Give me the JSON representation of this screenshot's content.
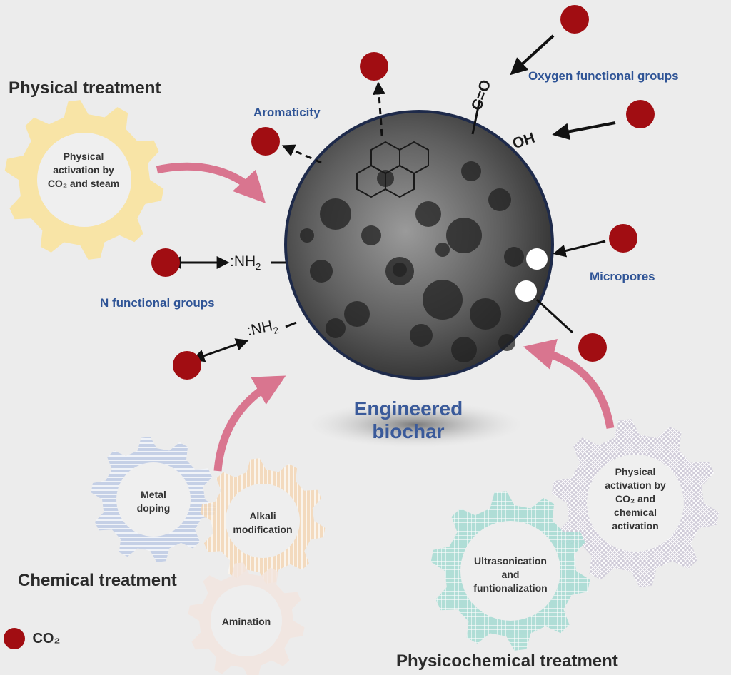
{
  "headings": {
    "physical": "Physical treatment",
    "chemical": "Chemical treatment",
    "physicochemical": "Physicochemical treatment"
  },
  "features": {
    "aromaticity": "Aromaticity",
    "oxygen": "Oxygen functional groups",
    "micropores": "Micropores",
    "nitrogen": "N functional groups"
  },
  "groups": {
    "co": "C=O",
    "oh": "OH",
    "nh2_a": ":NH",
    "nh2_b": ":NH"
  },
  "center": {
    "line1": "Engineered",
    "line2": "biochar"
  },
  "gears": {
    "physical_activation": [
      "Physical",
      "activation by",
      "CO₂ and steam"
    ],
    "metal_doping": [
      "Metal",
      "doping"
    ],
    "alkali": [
      "Alkali",
      "modification"
    ],
    "amination": [
      "Amination"
    ],
    "physical_chemical": [
      "Physical",
      "activation by",
      "CO₂ and",
      "chemical",
      "activation"
    ],
    "ultrasonication": [
      "Ultrasonication",
      "and",
      "funtionalization"
    ]
  },
  "legend": {
    "label": "CO₂"
  },
  "colors": {
    "co2_dot": "#a10d12",
    "arrow_pink": "#d9758f",
    "gear_yellow": "#f8e4a6",
    "gear_blue": "#c5d0e6",
    "gear_peach": "#f5d8b6",
    "gear_grey": "#cfcbd8",
    "gear_teal": "#a9dcd4",
    "label_blue": "#2f5496"
  }
}
